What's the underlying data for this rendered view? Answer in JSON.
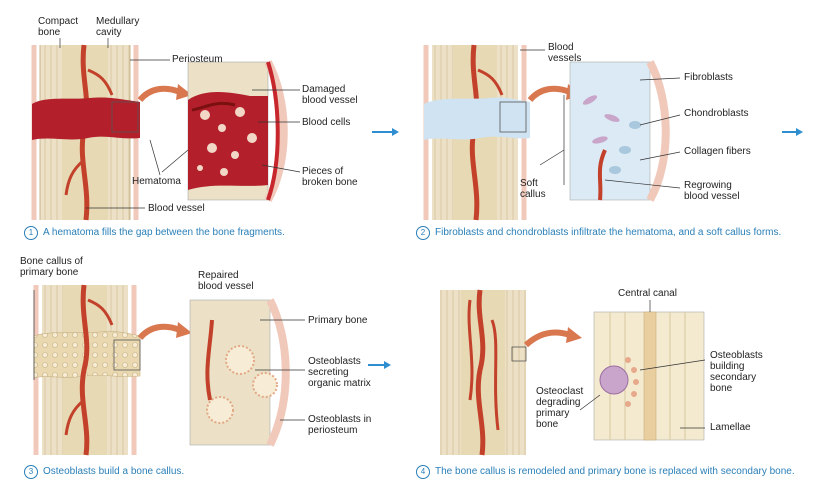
{
  "colors": {
    "bone": "#ece1c6",
    "bone_stripe": "#d7c8a1",
    "marrow": "#e7d9b4",
    "vessel": "#c3412a",
    "hematoma": "#b3202b",
    "callus_soft": "#cfe3f2",
    "callus_bone": "#f1d9b5",
    "periosteum": "#f3d3c8",
    "arrow": "#d9774f",
    "flow_arrow": "#2f8ed0",
    "step_text": "#2a7fb8"
  },
  "panel1": {
    "compact_bone": "Compact\nbone",
    "medullary_cavity": "Medullary\ncavity",
    "periosteum": "Periosteum",
    "damaged_vessel": "Damaged\nblood vessel",
    "blood_cells": "Blood cells",
    "hematoma": "Hematoma",
    "broken_bone": "Pieces of\nbroken bone",
    "blood_vessel": "Blood vessel",
    "step_number": "1",
    "caption": "A hematoma fills the gap between the bone fragments."
  },
  "panel2": {
    "blood_vessels": "Blood\nvessels",
    "fibroblasts": "Fibroblasts",
    "chondroblasts": "Chondroblasts",
    "collagen_fibers": "Collagen fibers",
    "soft_callus": "Soft\ncallus",
    "regrowing_vessel": "Regrowing\nblood vessel",
    "step_number": "2",
    "caption": "Fibroblasts and chondroblasts infiltrate the hematoma, and a soft callus forms."
  },
  "panel3": {
    "bone_callus": "Bone callus of\nprimary bone",
    "repaired_vessel": "Repaired\nblood vessel",
    "primary_bone": "Primary bone",
    "osteoblasts_matrix": "Osteoblasts\nsecreting\norganic matrix",
    "osteoblasts_periosteum": "Osteoblasts in\nperiosteum",
    "step_number": "3",
    "caption": "Osteoblasts build a bone callus."
  },
  "panel4": {
    "central_canal": "Central canal",
    "osteoblasts_building": "Osteoblasts\nbuilding\nsecondary\nbone",
    "osteoclast": "Osteoclast\ndegrading\nprimary\nbone",
    "lamellae": "Lamellae",
    "step_number": "4",
    "caption": "The bone callus is remodeled and primary bone is replaced with secondary bone."
  }
}
